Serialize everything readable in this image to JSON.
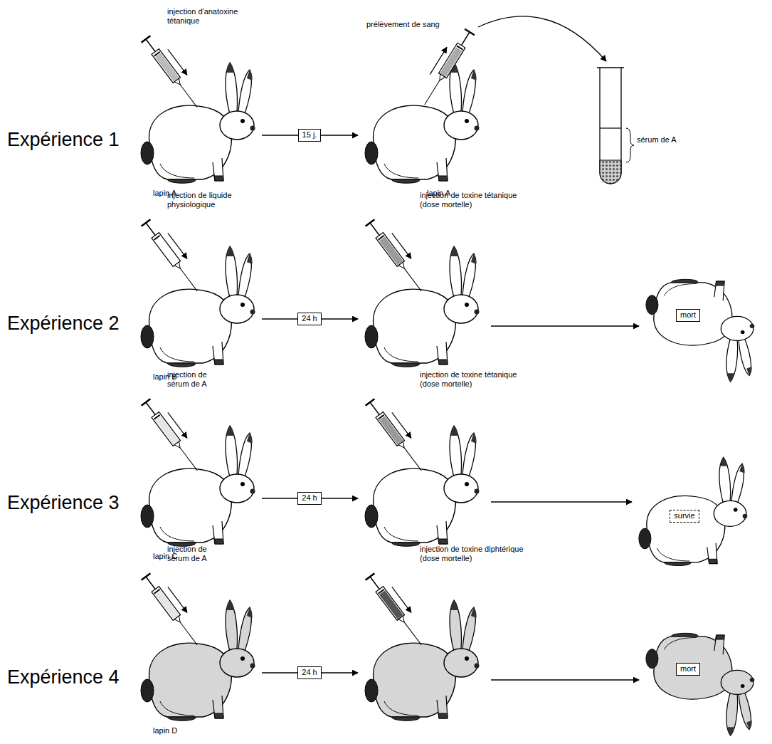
{
  "diagram": {
    "nodes": [
      {
        "text": [
          "15 j."
        ]
      },
      {
        "text": [
          "24 h"
        ]
      },
      {
        "text": [
          "mort"
        ]
      },
      {
        "text": [
          "24 h"
        ]
      },
      {
        "text": [
          "survie"
        ]
      },
      {
        "text": [
          "24 h"
        ]
      },
      {
        "text": [
          "mort"
        ]
      }
    ],
    "labels": [
      "Expérience 1",
      "injection d'anatoxine tétanique",
      "prélèvement de sang",
      "sérum de A",
      "lapin A",
      "lapin A",
      "Expérience 2",
      "injection de liquide physiologique",
      "injection de toxine tétanique (dose mortelle)",
      "lapin B",
      "Expérience 3",
      "injection de sérum de A",
      "injection de toxine tétanique (dose mortelle)",
      "lapin C",
      "Expérience 4",
      "injection de sérum de A",
      "injection de toxine diphtérique (dose mortelle)",
      "lapin D"
    ]
  }
}
